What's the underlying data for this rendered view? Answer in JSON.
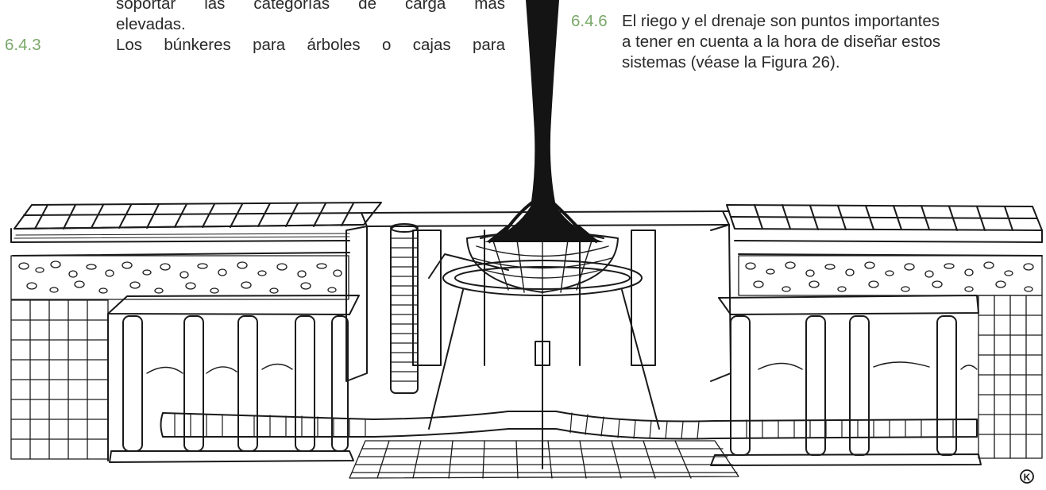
{
  "left_column": {
    "fragment_line": "soportar las categorías de carga más",
    "fragment_tail": "elevadas.",
    "para_643": {
      "number": "6.4.3",
      "text": "Los búnkeres para árboles o cajas para"
    }
  },
  "right_column": {
    "para_646": {
      "number": "6.4.6",
      "line1": "El riego y el drenaje son puntos importantes",
      "line2": "a tener en cuenta a la hora de diseñar estos",
      "line3": "sistemas (véase la Figura 26)."
    }
  },
  "figure": {
    "copyright_mark": "K"
  },
  "colors": {
    "paragraph_number": "#7aa86a",
    "body_text": "#2a2a2a",
    "ink": "#1a1a1a"
  }
}
